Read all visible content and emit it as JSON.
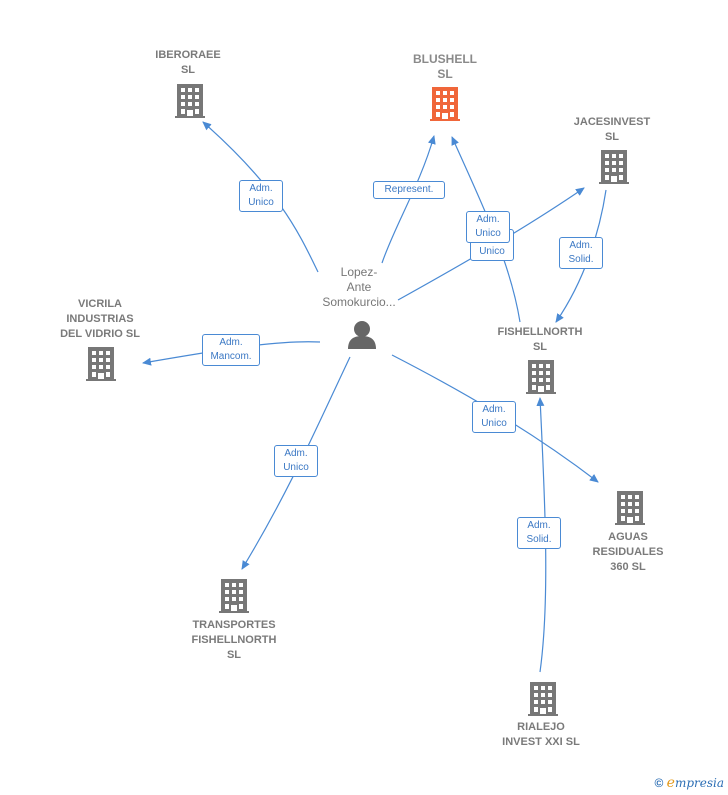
{
  "colors": {
    "edge": "#4a8ad4",
    "building": "#777777",
    "building_focus": "#f0663a",
    "person": "#666666"
  },
  "person": {
    "label": "Lopez-\nAnte\nSomokurcio..."
  },
  "nodes": {
    "iberoraee": {
      "label": "IBERORAEE\nSL"
    },
    "blushell": {
      "label": "BLUSHELL\nSL"
    },
    "jacesinvest": {
      "label": "JACESINVEST\nSL"
    },
    "vicrila": {
      "label": "VICRILA\nINDUSTRIAS\nDEL VIDRIO  SL"
    },
    "fishellnorth": {
      "label": "FISHELLNORTH\nSL"
    },
    "aguas": {
      "label": "AGUAS\nRESIDUALES\n360  SL"
    },
    "transportes": {
      "label": "TRANSPORTES\nFISHELLNORTH\nSL"
    },
    "rialejo": {
      "label": "RIALEJO\nINVEST XXI  SL"
    }
  },
  "edges": {
    "to_iberoraee": "Adm.\nUnico",
    "to_blushell": "Represent.",
    "to_jacesinvest_back": "Adm.\nUnico",
    "to_jacesinvest_front": "Adm.\nUnico",
    "jaces_to_fishell": "Adm.\nSolid.",
    "to_vicrila": "Adm.\nMancom.",
    "to_aguas": "Adm.\nUnico",
    "to_transportes": "Adm.\nUnico",
    "rialejo_to_fishell": "Adm.\nSolid."
  },
  "footer": {
    "copyright": "©",
    "brand_e": "e",
    "brand_rest": "mpresia"
  }
}
